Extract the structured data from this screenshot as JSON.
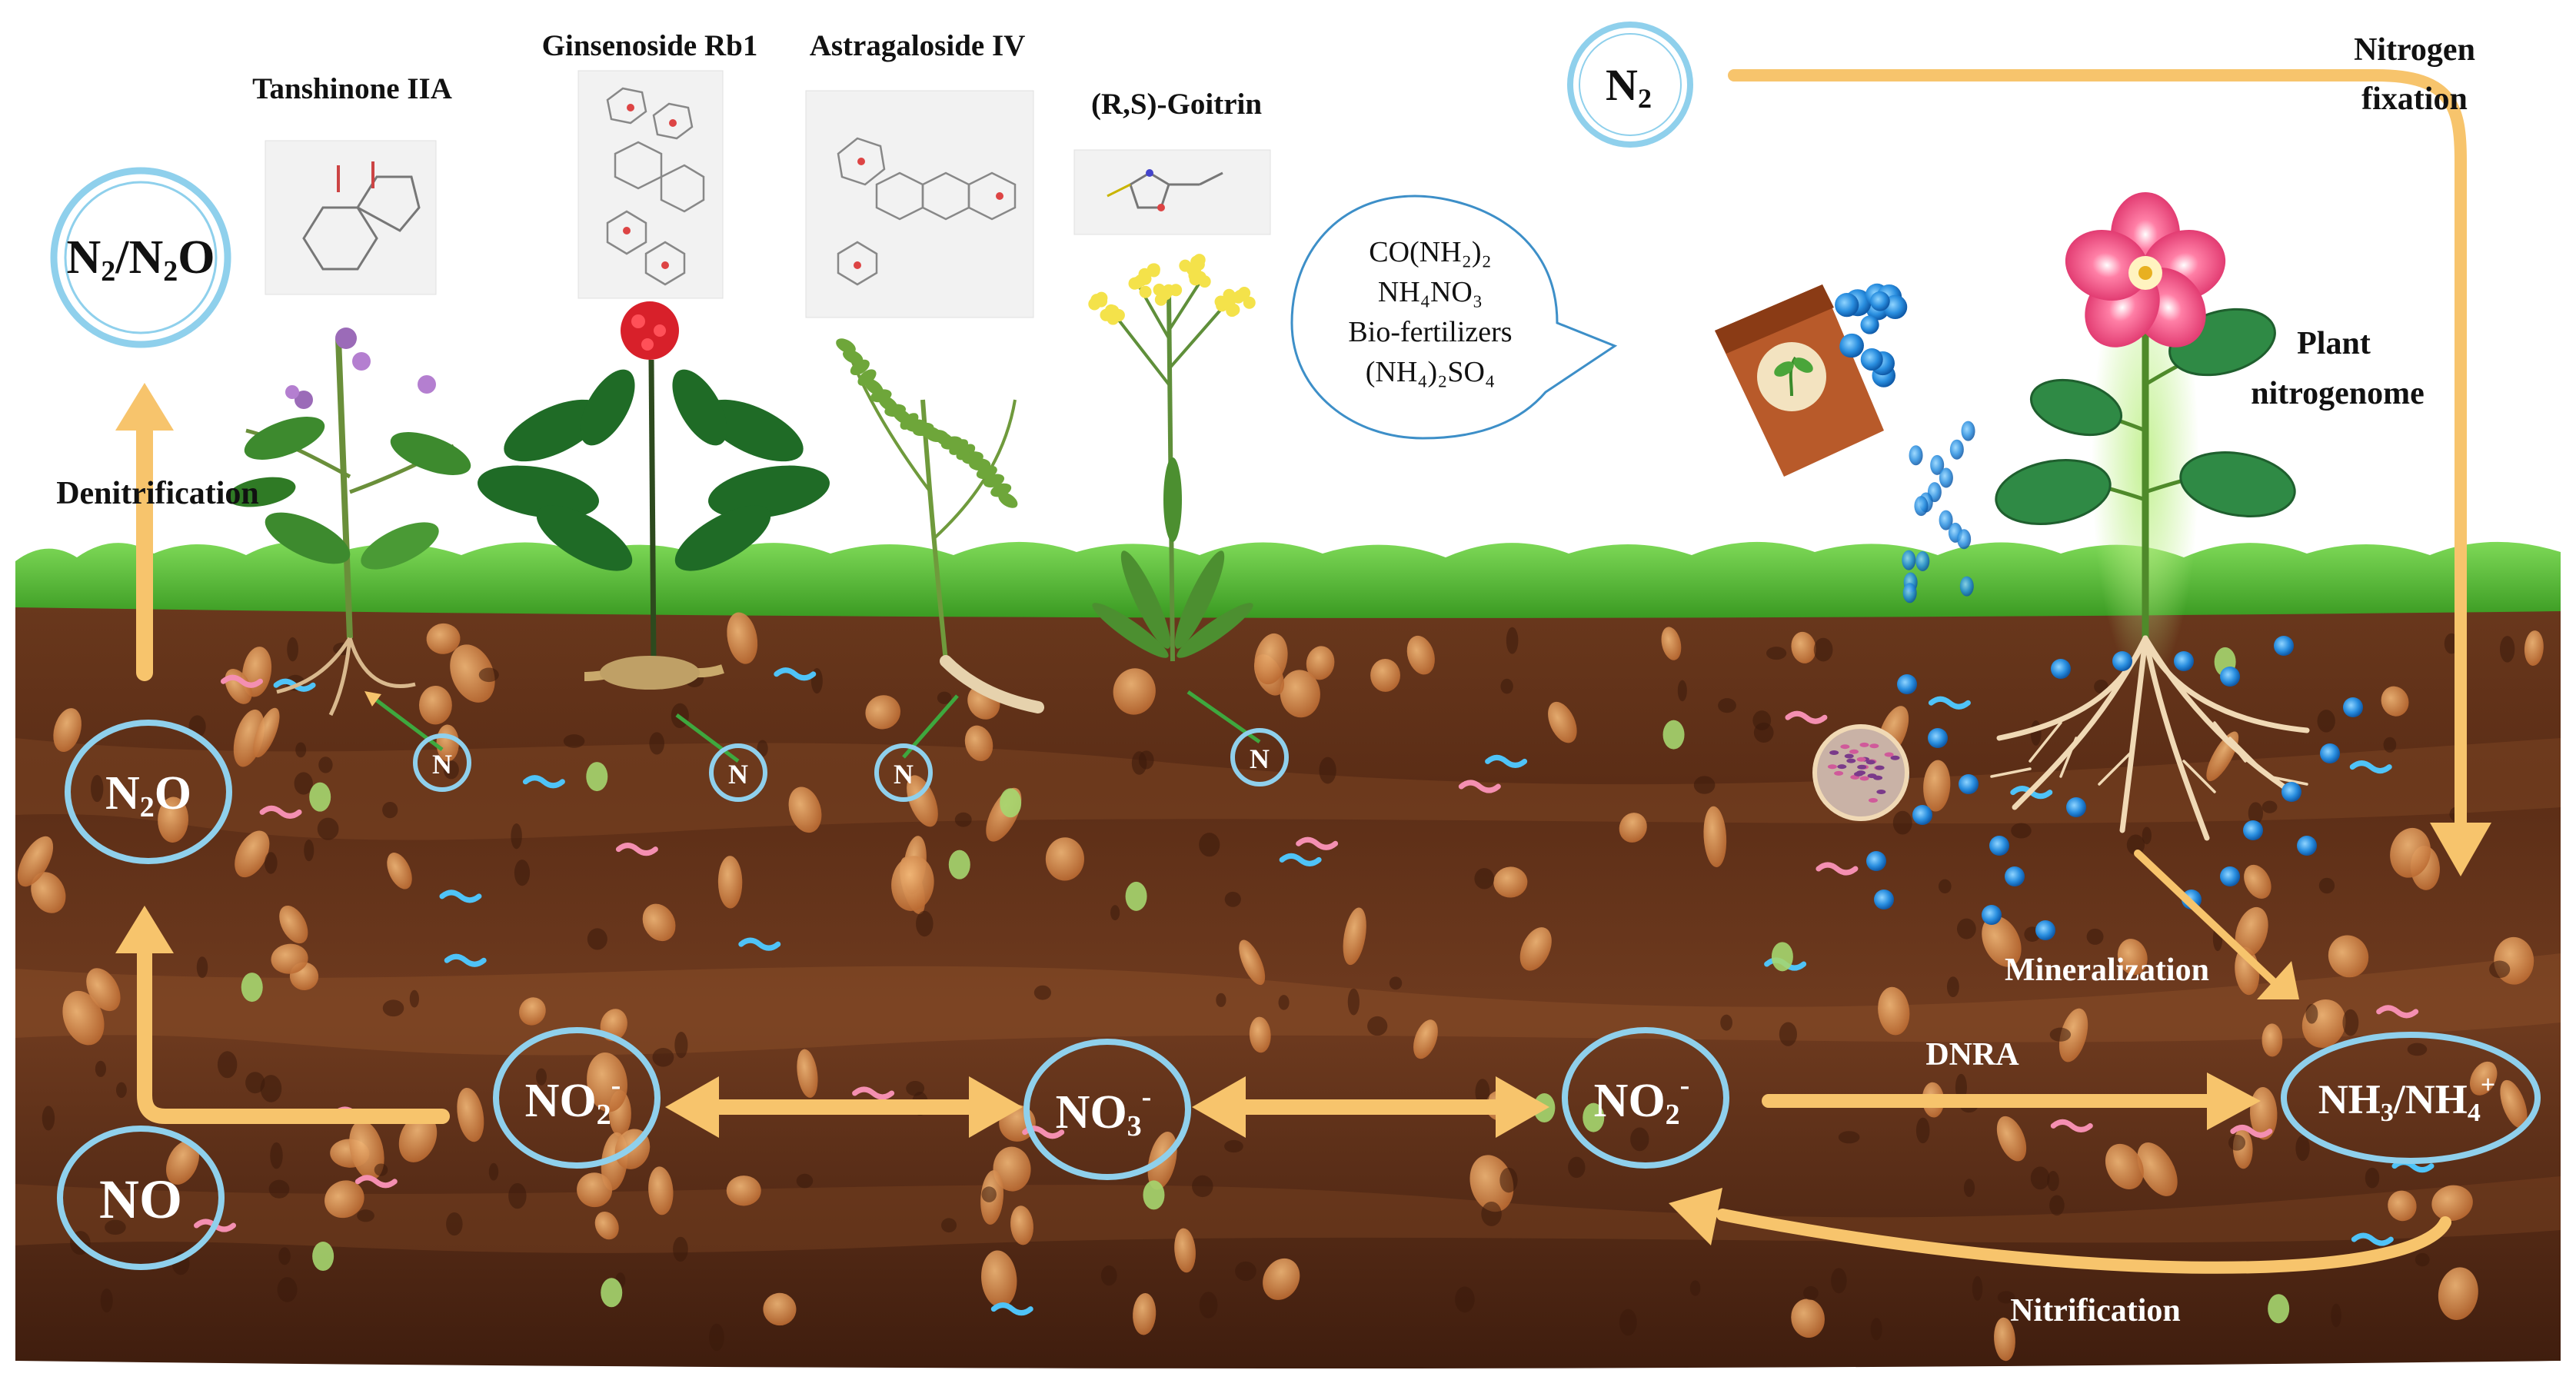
{
  "compounds": {
    "tanshinone": "Tanshinone IIA",
    "ginsenoside": "Ginsenoside Rb1",
    "astragaloside": "Astragaloside IV",
    "goitrin": "(R,S)-Goitrin"
  },
  "species": {
    "n2n2o": {
      "base": "N",
      "sub1": "2",
      "mid": "/N",
      "sub2": "2",
      "tail": "O"
    },
    "n2o": {
      "base": "N",
      "sub": "2",
      "tail": "O"
    },
    "no": {
      "text": "NO"
    },
    "no2_left": {
      "base": "NO",
      "sub": "2",
      "sup": "-"
    },
    "no3": {
      "base": "NO",
      "sub": "3",
      "sup": "-"
    },
    "no2_right": {
      "base": "NO",
      "sub": "2",
      "sup": "-"
    },
    "nh3nh4": {
      "a": "NH",
      "sub1": "3",
      "mid": "/NH",
      "sub2": "4",
      "sup": "+"
    },
    "n2": {
      "base": "N",
      "sub": "2"
    },
    "n_marker": "N"
  },
  "processes": {
    "denitrification": "Denitrification",
    "nitrogen_fixation_1": "Nitrogen",
    "nitrogen_fixation_2": "fixation",
    "plant_nitrogenome_1": "Plant",
    "plant_nitrogenome_2": "nitrogenome",
    "mineralization": "Mineralization",
    "dnra": "DNRA",
    "nitrification": "Nitrification"
  },
  "fertilizers": [
    "CO(NH₂)₂",
    "NH₄NO₃",
    "Bio-fertilizers",
    "(NH₄)₂SO₄"
  ],
  "colors": {
    "arrow": "#f7c46c",
    "ring": "#8fd0ec",
    "soil_dark": "#4a2413",
    "soil_mid": "#6e3a1f",
    "grass": "#58c23a"
  }
}
